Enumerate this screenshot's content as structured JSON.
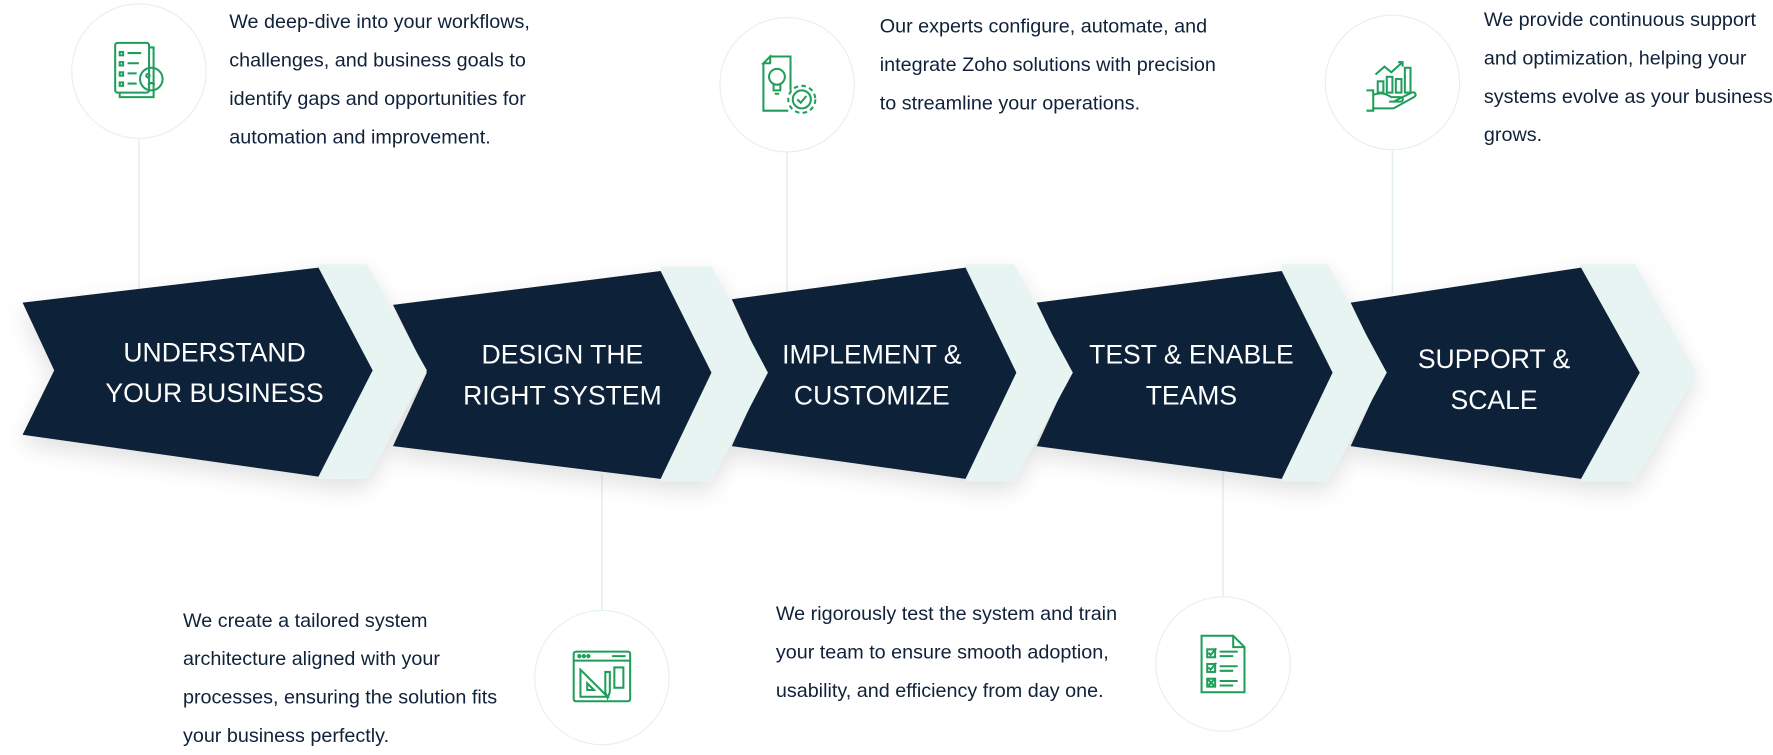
{
  "colors": {
    "navy": "#0b2239",
    "accent": "#e8f4f1",
    "green": "#1e9e5a",
    "text": "#10213a"
  },
  "steps": [
    {
      "title_line1": "UNDERSTAND",
      "title_line2": "YOUR BUSINESS",
      "icon": "document-analysis-icon",
      "desc": "We deep-dive into your workflows, challenges, and business goals to identify gaps and opportunities for automation and improvement."
    },
    {
      "title_line1": "DESIGN THE",
      "title_line2": "RIGHT SYSTEM",
      "icon": "design-tools-icon",
      "desc": "We create a tailored system architecture aligned with your processes, ensuring the solution fits your business perfectly."
    },
    {
      "title_line1": "IMPLEMENT &",
      "title_line2": "CUSTOMIZE",
      "icon": "idea-gear-icon",
      "desc": "Our experts configure, automate, and integrate Zoho solutions with precision to streamline your operations."
    },
    {
      "title_line1": "TEST & ENABLE",
      "title_line2": "TEAMS",
      "icon": "checklist-icon",
      "desc": "We rigorously test the system and train your team to ensure smooth adoption, usability, and efficiency from day one."
    },
    {
      "title_line1": "SUPPORT &",
      "title_line2": "SCALE",
      "icon": "growth-hand-icon",
      "desc": "We provide continuous support and optimization, helping your systems evolve as your business grows."
    }
  ]
}
